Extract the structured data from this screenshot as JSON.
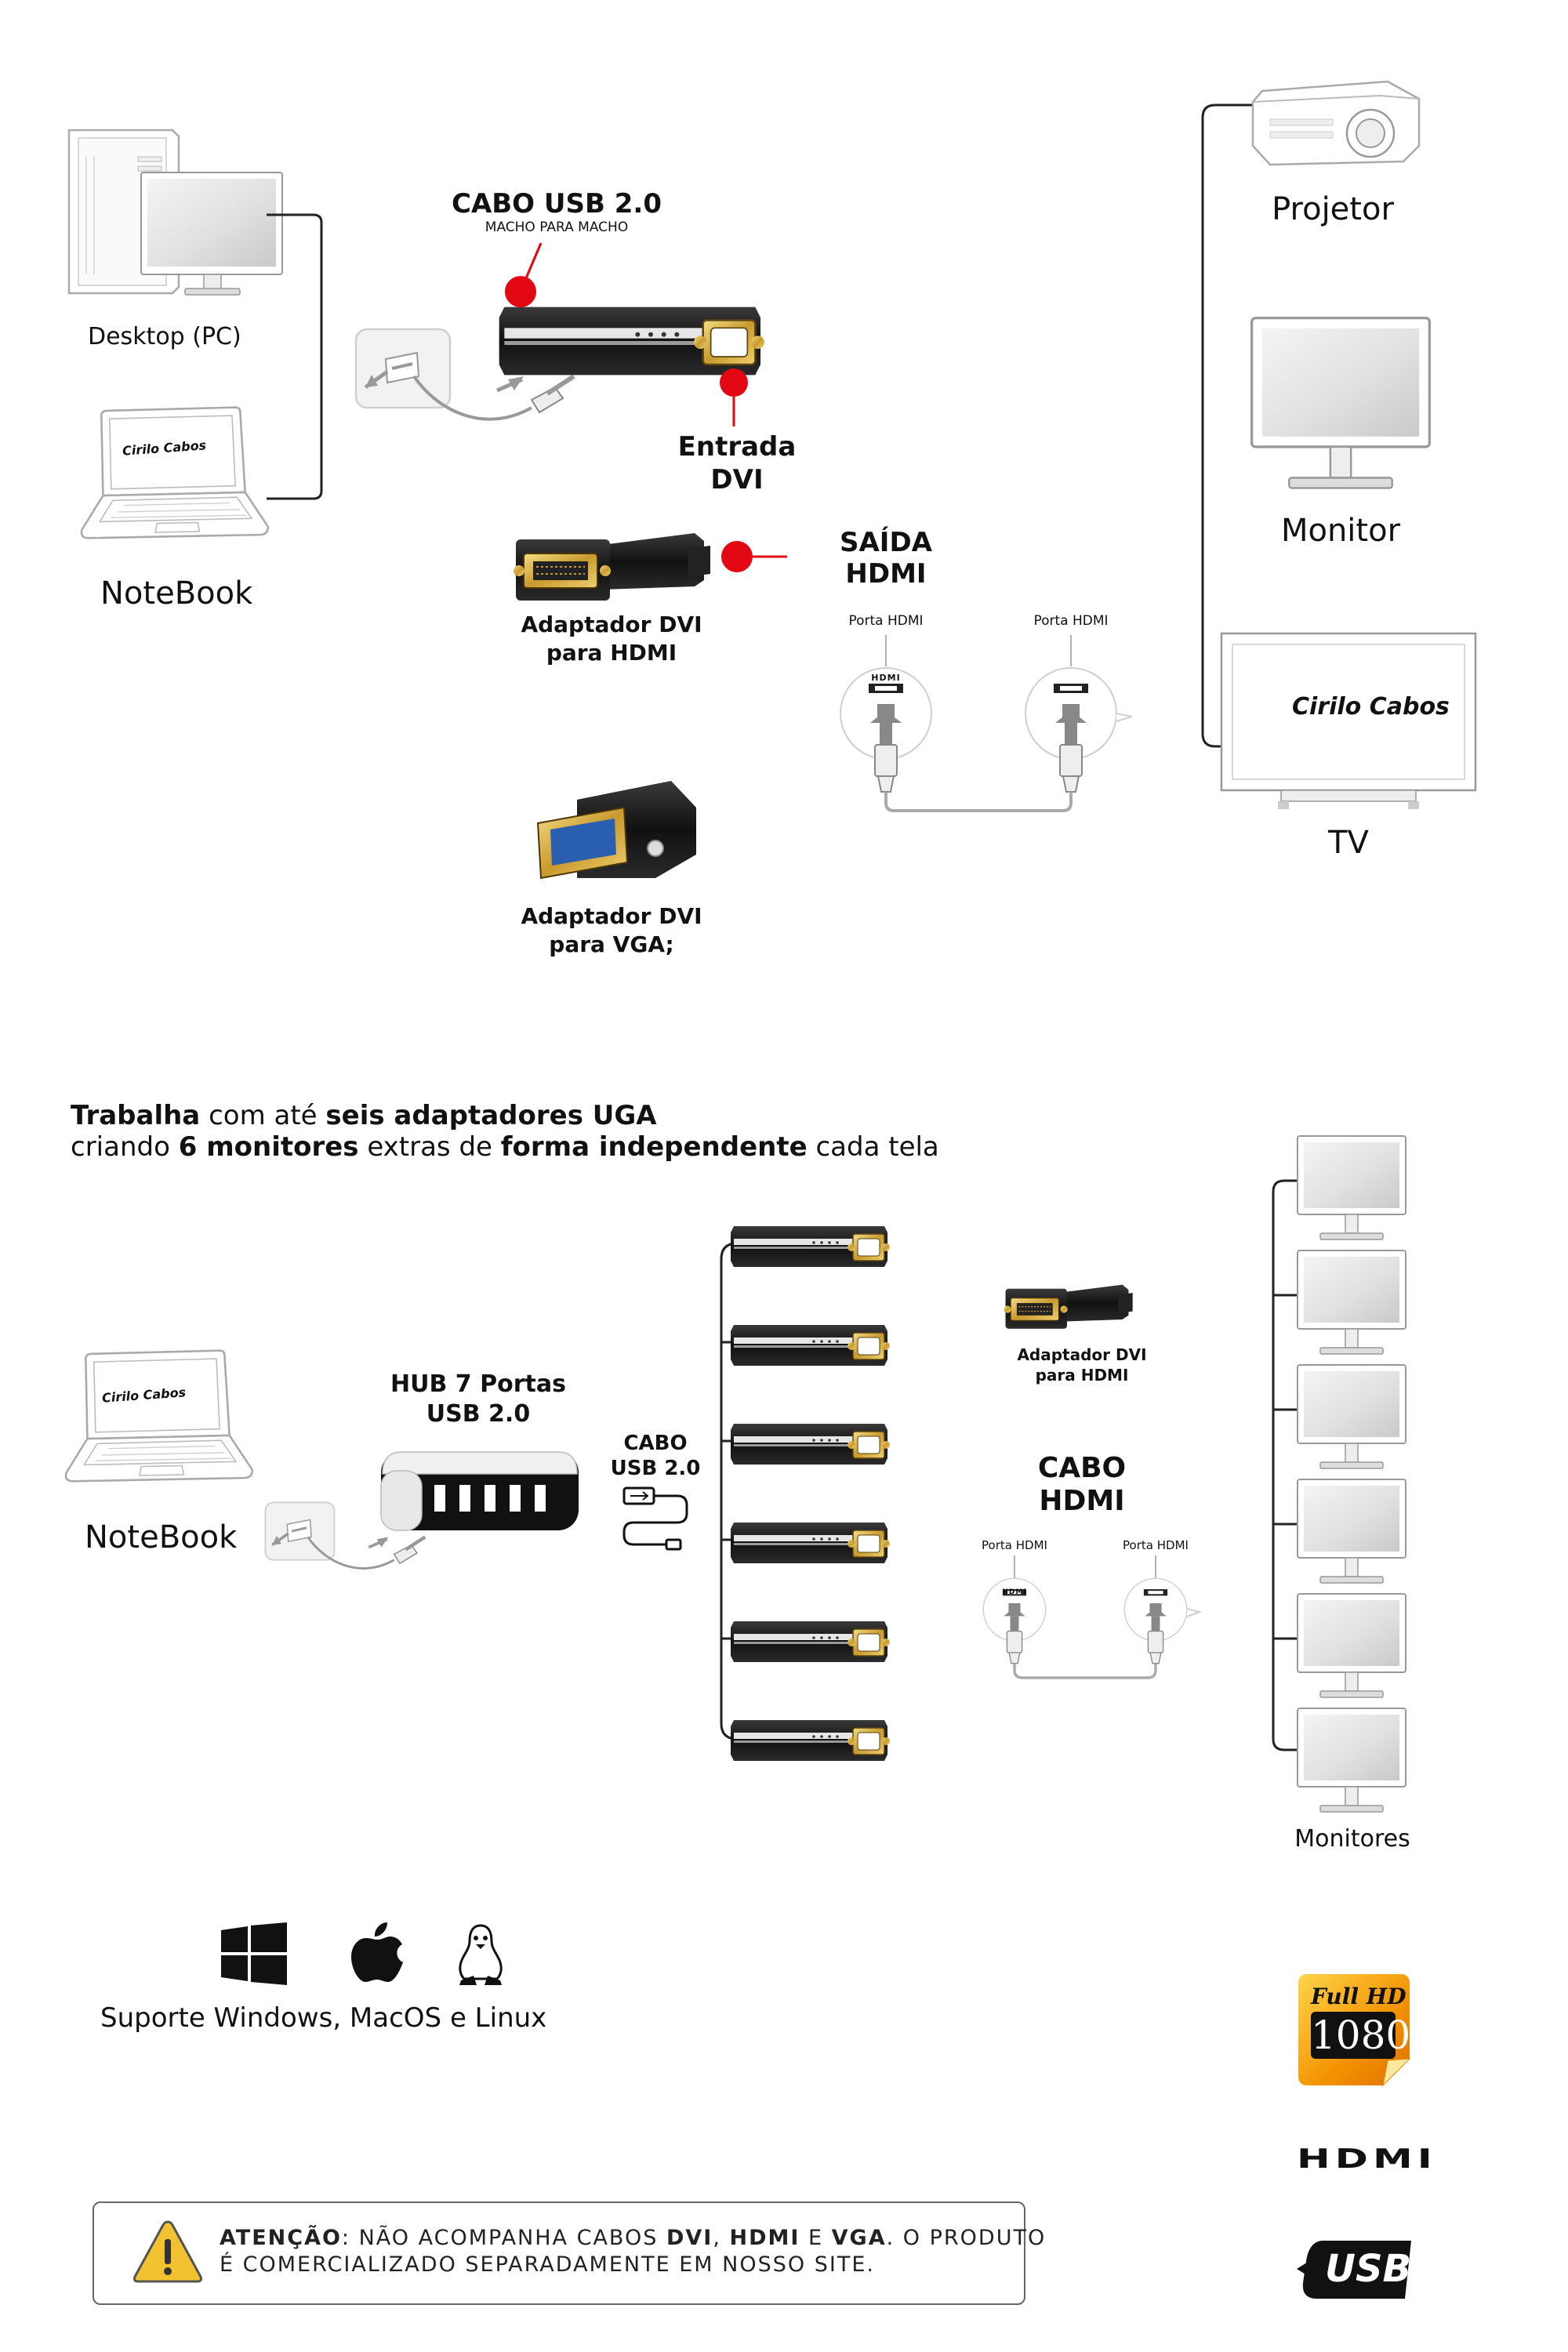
{
  "top": {
    "desktop_label": "Desktop (PC)",
    "notebook_label": "NoteBook",
    "cable_title": "CABO USB 2.0",
    "cable_subtitle": "MACHO PARA MACHO",
    "input_line1": "Entrada",
    "input_line2": "DVI",
    "output_line1": "SAÍDA",
    "output_line2": "HDMI",
    "port_left": "Porta HDMI",
    "port_right": "Porta HDMI",
    "hdmi_port_text": "HDMI",
    "dvi_hdmi_line1": "Adaptador DVI",
    "dvi_hdmi_line2": "para HDMI",
    "dvi_vga_line1": "Adaptador DVI",
    "dvi_vga_line2": "para VGA;",
    "projector_label": "Projetor",
    "monitor_label": "Monitor",
    "tv_label": "TV",
    "brand_logo": "Cirilo Cabos"
  },
  "promo": {
    "line1_bold1": "Trabalha",
    "line1_text1": " com até ",
    "line1_bold2": "seis adaptadores UGA",
    "line2_text1": "criando ",
    "line2_bold1": "6 monitores",
    "line2_text2": " extras de ",
    "line2_bold2": "forma independente",
    "line2_text3": " cada tela"
  },
  "bottom": {
    "notebook_label": "NoteBook",
    "hub_line1": "HUB 7 Portas",
    "hub_line2": "USB 2.0",
    "usb_cable_line1": "CABO",
    "usb_cable_line2": "USB 2.0",
    "dvi_hdmi_line1": "Adaptador DVI",
    "dvi_hdmi_line2": "para HDMI",
    "hdmi_cable_line1": "CABO",
    "hdmi_cable_line2": "HDMI",
    "port_left": "Porta HDMI",
    "port_right": "Porta HDMI",
    "hdmi_port_text": "HDMI",
    "monitors_label": "Monitores",
    "brand_logo": "Cirilo Cabos"
  },
  "os_support": {
    "label": "Suporte Windows, MacOS e Linux",
    "icons": [
      "windows-icon",
      "apple-icon",
      "linux-icon"
    ]
  },
  "badges": {
    "fullhd_line1": "Full HD",
    "fullhd_line2": "1080",
    "hdmi_logo": "HDMI",
    "usb_logo": "USB"
  },
  "warning": {
    "prefix_bold": "ATENÇÃO",
    "text1": ": NÃO ACOMPANHA CABOS ",
    "bold_dvi": "DVI",
    "sep1": ", ",
    "bold_hdmi": "HDMI",
    "text2": " E ",
    "bold_vga": "VGA",
    "text3": ". O PRODUTO",
    "line2": "É COMERCIALIZADO SEPARADAMENTE EM NOSSO SITE."
  },
  "colors": {
    "accent_red": "#e30613",
    "device_gray": "#d8d8d8",
    "line_dark": "#222222",
    "warning_yellow": "#f2c230",
    "fullhd_orange": "#f39200"
  }
}
